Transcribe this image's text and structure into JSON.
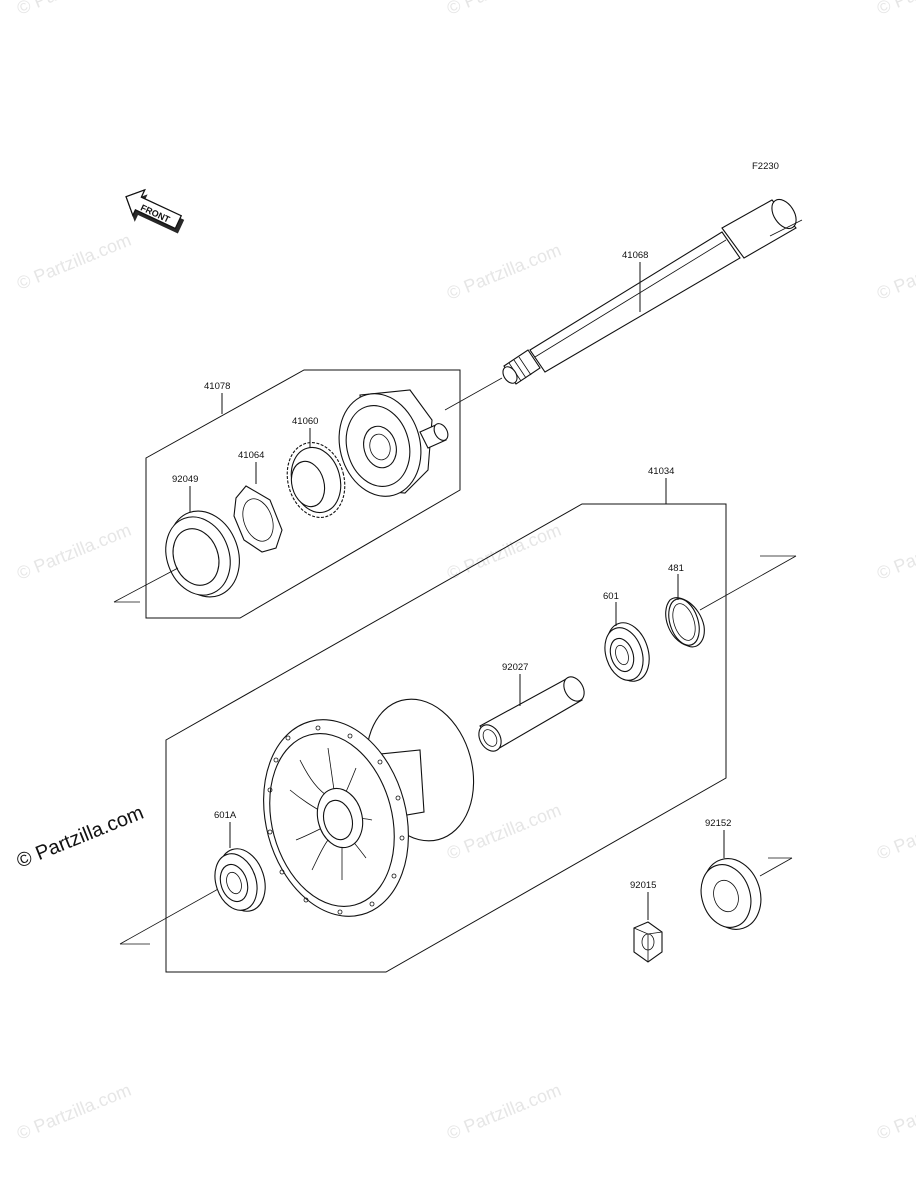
{
  "diagram_code": "F2230",
  "front_label": "FRONT",
  "watermark_text": "© Partzilla.com",
  "labels": {
    "axle": "41068",
    "gear_housing_assy": "41078",
    "gear": "41060",
    "retainer": "41064",
    "seal": "92049",
    "hub_assy": "41034",
    "circlip": "481",
    "bearing_right": "601",
    "collar": "92027",
    "bearing_left": "601A",
    "spacer": "92152",
    "nut": "92015"
  }
}
